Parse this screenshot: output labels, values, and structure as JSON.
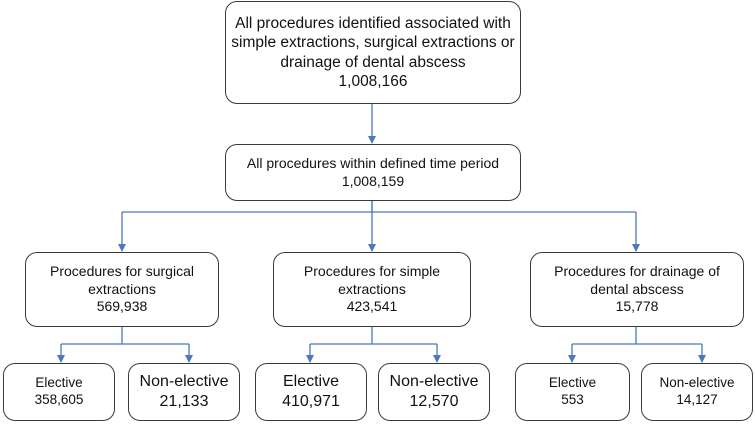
{
  "nodes": {
    "root": {
      "lines": [
        "All procedures identified associated with",
        "simple extractions, surgical extractions or",
        "drainage of dental abscess"
      ],
      "count": "1,008,166"
    },
    "time": {
      "lines": [
        "All procedures within defined time period"
      ],
      "count": "1,008,159"
    },
    "surgical": {
      "lines": [
        "Procedures for surgical",
        "extractions"
      ],
      "count": "569,938"
    },
    "simple": {
      "lines": [
        "Procedures for simple",
        "extractions"
      ],
      "count": "423,541"
    },
    "drainage": {
      "lines": [
        "Procedures for drainage of",
        "dental abscess"
      ],
      "count": "15,778"
    },
    "surg_elective": {
      "label": "Elective",
      "count": "358,605"
    },
    "surg_nonelective": {
      "label": "Non-elective",
      "count": "21,133"
    },
    "simp_elective": {
      "label": "Elective",
      "count": "410,971"
    },
    "simp_nonelective": {
      "label": "Non-elective",
      "count": "12,570"
    },
    "drain_elective": {
      "label": "Elective",
      "count": "553"
    },
    "drain_nonelective": {
      "label": "Non-elective",
      "count": "14,127"
    }
  },
  "colors": {
    "arrow": "#4a7ab8",
    "border": "#3a3a3a"
  }
}
